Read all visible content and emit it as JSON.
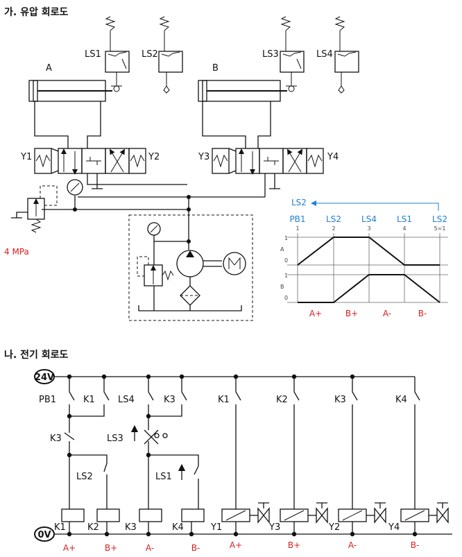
{
  "titles": {
    "hydraulic": "가. 유압 회로도",
    "electric": "나. 전기 회로도"
  },
  "hydraulic": {
    "cylinder_a": "A",
    "cylinder_b": "B",
    "switches": [
      "LS1",
      "LS2",
      "LS3",
      "LS4"
    ],
    "solenoids": [
      "Y1",
      "Y2",
      "Y3",
      "Y4"
    ],
    "pressure": "4 MPa"
  },
  "diagram": {
    "return_label": "LS2",
    "signals": [
      "PB1",
      "LS2",
      "LS4",
      "LS1",
      "LS2"
    ],
    "steps": [
      "1",
      "2",
      "3",
      "4",
      "5=1"
    ],
    "rows": [
      {
        "name": "A",
        "top": "1",
        "bottom": "0"
      },
      {
        "name": "B",
        "top": "1",
        "bottom": "0"
      }
    ],
    "phases": [
      "A+",
      "B+",
      "A-",
      "B-"
    ]
  },
  "electric": {
    "supply_top": "24V",
    "supply_bottom": "0V",
    "contacts_row1": [
      "PB1",
      "K1",
      "LS4",
      "K3",
      "K1",
      "K2",
      "K3",
      "K4"
    ],
    "contacts_row2": [
      "K3",
      "LS3"
    ],
    "contacts_row3": [
      "LS2",
      "LS1"
    ],
    "coils": [
      "K1",
      "K2",
      "K3",
      "K4"
    ],
    "valves": [
      "Y1",
      "Y3",
      "Y2",
      "Y4"
    ],
    "bottom_phases": [
      "A+",
      "B+",
      "A-",
      "B-",
      "A+",
      "B+",
      "A-",
      "B-"
    ]
  }
}
